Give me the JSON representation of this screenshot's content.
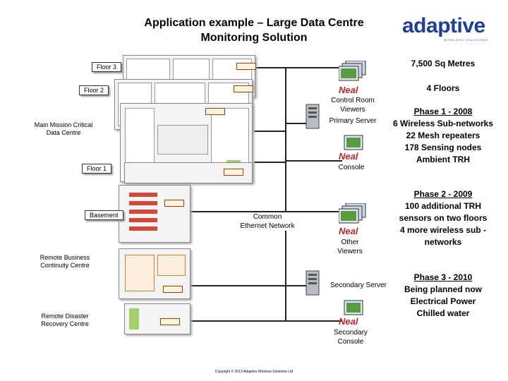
{
  "header": {
    "title_line1": "Application example – Large Data Centre",
    "title_line2": "Monitoring Solution"
  },
  "logo": {
    "name": "adaptive",
    "tagline": "WIRELESS SOLUTIONS"
  },
  "left_labels": {
    "floor3": "Floor 3",
    "floor2": "Floor 2",
    "main_mission": "Main Mission Critical Data Centre",
    "floor1": "Floor 1",
    "basement": "Basement",
    "remote_business": "Remote Business Continuity Centre",
    "remote_disaster": "Remote Disaster Recovery Centre"
  },
  "center": {
    "network": "Common Ethernet Network"
  },
  "devices": {
    "control_room": "Control Room Viewers",
    "primary_server": "Primary Server",
    "console": "Console",
    "other_viewers": "Other Viewers",
    "secondary_server": "Secondary Server",
    "secondary_console": "Secondary Console",
    "brand": "Neal"
  },
  "facts": {
    "area": "7,500 Sq Metres",
    "floors": "4 Floors",
    "phase1_title": "Phase 1 - 2008",
    "phase1_lines": [
      "6 Wireless Sub-networks",
      "22 Mesh repeaters",
      "178 Sensing nodes",
      "Ambient TRH"
    ],
    "phase2_title": "Phase 2 - 2009",
    "phase2_lines": [
      "100 additional TRH sensors on two floors",
      "4 more wireless sub -networks"
    ],
    "phase3_title": "Phase 3 - 2010",
    "phase3_lines": [
      "Being planned now",
      "Electrical Power",
      "Chilled water"
    ]
  },
  "footer": {
    "copyright": "Copyright © 2013 Adaptive Wireless Solutions Ltd"
  },
  "colors": {
    "logo_blue": "#1f3f95",
    "brand_red": "#c0272d",
    "line": "#222222"
  }
}
